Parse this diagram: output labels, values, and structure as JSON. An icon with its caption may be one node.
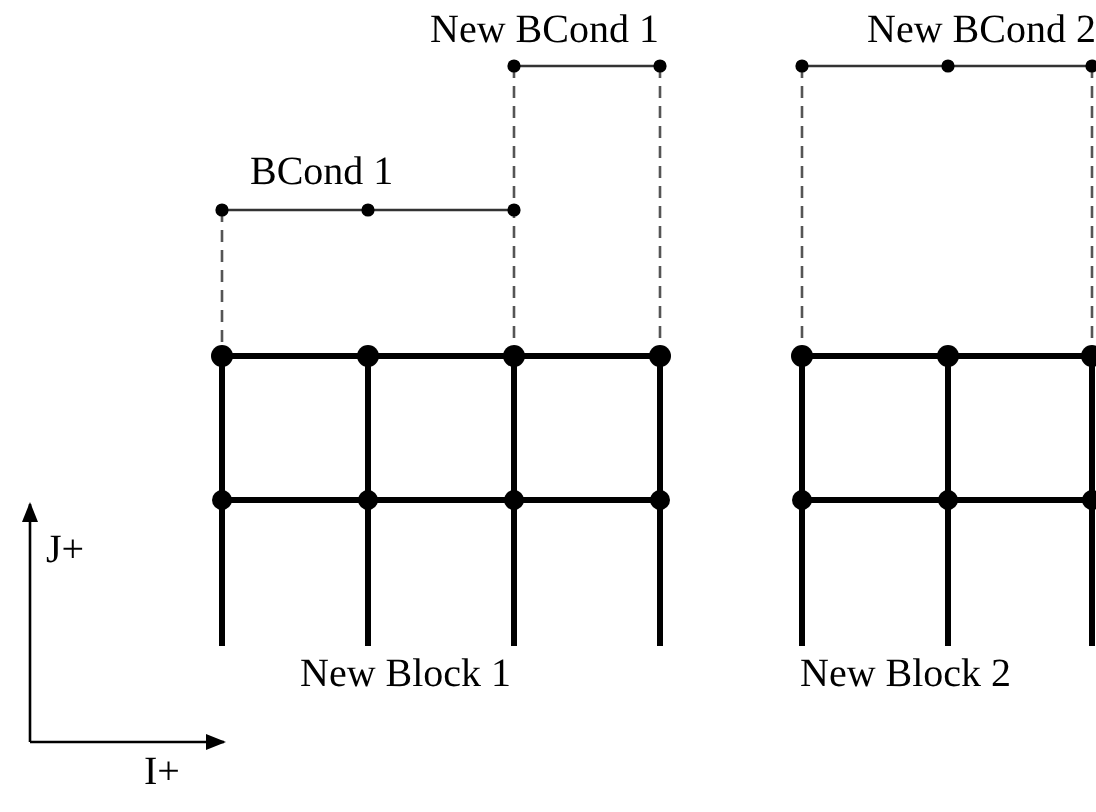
{
  "diagram": {
    "labels": [
      "New BCond 1",
      "New BCond 2",
      "BCond 1",
      "J+",
      "New Block 1",
      "New Block 2",
      "I+"
    ]
  }
}
